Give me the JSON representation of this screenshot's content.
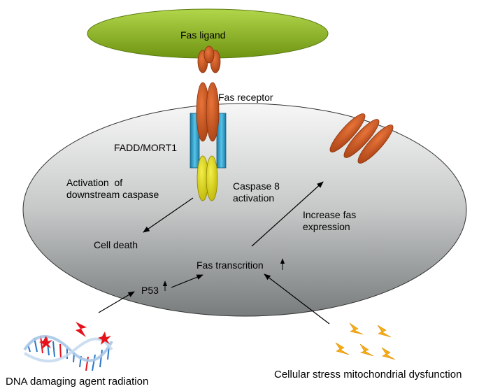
{
  "labels": {
    "fas_ligand": "Fas ligand",
    "fas_receptor": "Fas receptor",
    "fadd_mort1": "FADD/MORT1",
    "activation_downstream": "Activation  of\ndownstream caspase",
    "caspase8": "Caspase 8\nactivation",
    "increase_fas": "Increase fas\nexpression",
    "cell_death": "Cell death",
    "fas_transcription": "Fas transcrition",
    "p53": "P53",
    "dna_damage": "DNA damaging agent radiation",
    "cellular_stress": "Cellular stress mitochondrial dysfunction"
  },
  "colors": {
    "ligand_green": "#8cb51a",
    "receptor_orange": "#c9511b",
    "fadd_blue": "#2fa2cc",
    "caspase_yellow": "#d8d200",
    "cell_gradient_top": "#f4f4f4",
    "cell_gradient_bottom": "#7f8383",
    "stress_bolt": "#f5ad16",
    "dna_red": "#e5121c",
    "dna_blue": "#2a77c4"
  },
  "icons": {
    "dna": "dna-helix-icon",
    "stress": "lightning-bolt-icon",
    "up_arrow": "up-arrow-icon"
  }
}
